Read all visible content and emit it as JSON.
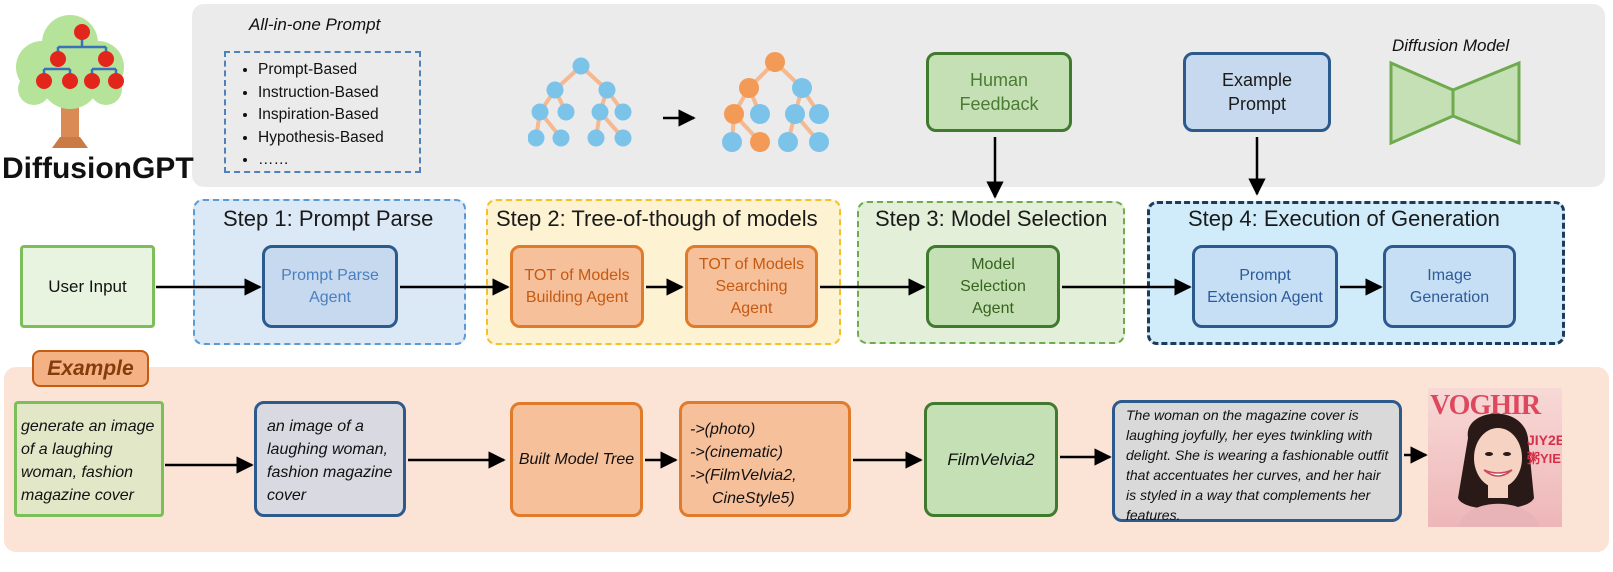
{
  "brand": {
    "name": "DiffusionGPT"
  },
  "top_panel": {
    "all_in_one_title": "All-in-one Prompt",
    "prompt_types": [
      "Prompt-Based",
      "Instruction-Based",
      "Inspiration-Based",
      "Hypothesis-Based",
      "……"
    ],
    "human_feedback": "Human Feedback",
    "example_prompt": "Example Prompt",
    "diffusion_model": "Diffusion Model"
  },
  "steps": [
    {
      "title": "Step 1: Prompt Parse"
    },
    {
      "title": "Step 2: Tree-of-though of models"
    },
    {
      "title": "Step 3: Model Selection"
    },
    {
      "title": "Step 4: Execution of Generation"
    }
  ],
  "flow": {
    "user_input": "User Input",
    "prompt_parse_agent": "Prompt Parse Agent",
    "tot_building_agent": "TOT of Models Building Agent",
    "tot_searching_agent": "TOT of Models Searching Agent",
    "model_selection_agent": "Model Selection Agent",
    "prompt_extension_agent": "Prompt Extension Agent",
    "image_generation": "Image Generation"
  },
  "example": {
    "label": "Example",
    "input_text": "generate an image of a laughing woman, fashion magazine cover",
    "parsed_text": "an image of a laughing woman, fashion magazine cover",
    "built_tree": "Built Model Tree",
    "search_path": [
      "->(photo)",
      "->(cinematic)",
      "->(FilmVelvia2,",
      "CineStyle5)"
    ],
    "selected_model": "FilmVelvia2",
    "extended_prompt": "The woman on the magazine cover is laughing joyfully, her eyes twinkling with delight. She is wearing a fashionable outfit that accentuates her curves, and her hair is styled in a way that complements her features.",
    "magazine_title": "VOGHIR",
    "magazine_cover_lines": [
      "JIY2E",
      "粥YIE"
    ]
  },
  "colors": {
    "blue_step": "#dbe8f6",
    "yellow_step": "#fdf3d3",
    "green_step": "#e3efd9",
    "cyan_step": "#d0ecfb",
    "orange_node": "#f6c09b",
    "blue_node": "#7cc3ea",
    "example_bg": "#fbe3d6"
  }
}
